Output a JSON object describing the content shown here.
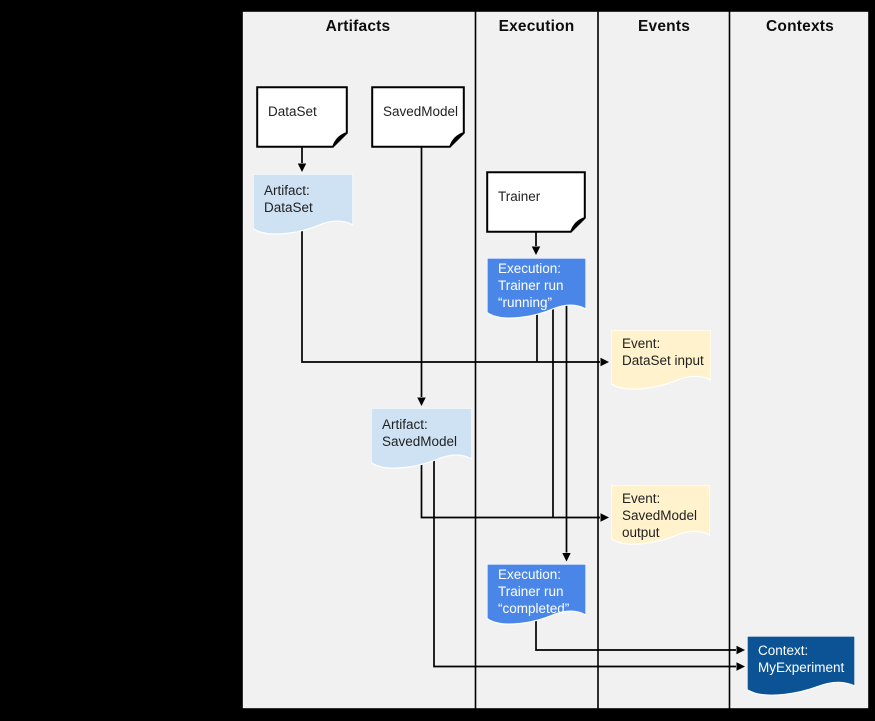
{
  "diagram": {
    "columns": [
      {
        "label": "Artifacts"
      },
      {
        "label": "Execution"
      },
      {
        "label": "Events"
      },
      {
        "label": "Contexts"
      }
    ],
    "nodes": {
      "dataset_doc": {
        "label": "DataSet"
      },
      "savedmodel_doc": {
        "label": "SavedModel"
      },
      "trainer_doc": {
        "label": "Trainer"
      },
      "artifact_dataset": {
        "lines": [
          "Artifact:",
          "DataSet"
        ]
      },
      "execution_running": {
        "lines": [
          "Execution:",
          "Trainer run",
          "“running”"
        ]
      },
      "event_dataset_input": {
        "lines": [
          "Event:",
          "DataSet input"
        ]
      },
      "artifact_savedmodel": {
        "lines": [
          "Artifact:",
          "SavedModel"
        ]
      },
      "event_savedmodel_output": {
        "lines": [
          "Event:",
          "SavedModel",
          "output"
        ]
      },
      "execution_completed": {
        "lines": [
          "Execution:",
          "Trainer run",
          "“completed”"
        ]
      },
      "context_myexperiment": {
        "lines": [
          "Context:",
          "MyExperiment"
        ]
      }
    },
    "colors": {
      "background": "#000000",
      "canvas": "#f1f1f2",
      "artifact_fill": "#cfe2f3",
      "execution_fill": "#4a86e8",
      "event_fill": "#fff2cc",
      "context_fill": "#0b5394",
      "document_fill": "#ffffff",
      "line": "#000000"
    }
  }
}
